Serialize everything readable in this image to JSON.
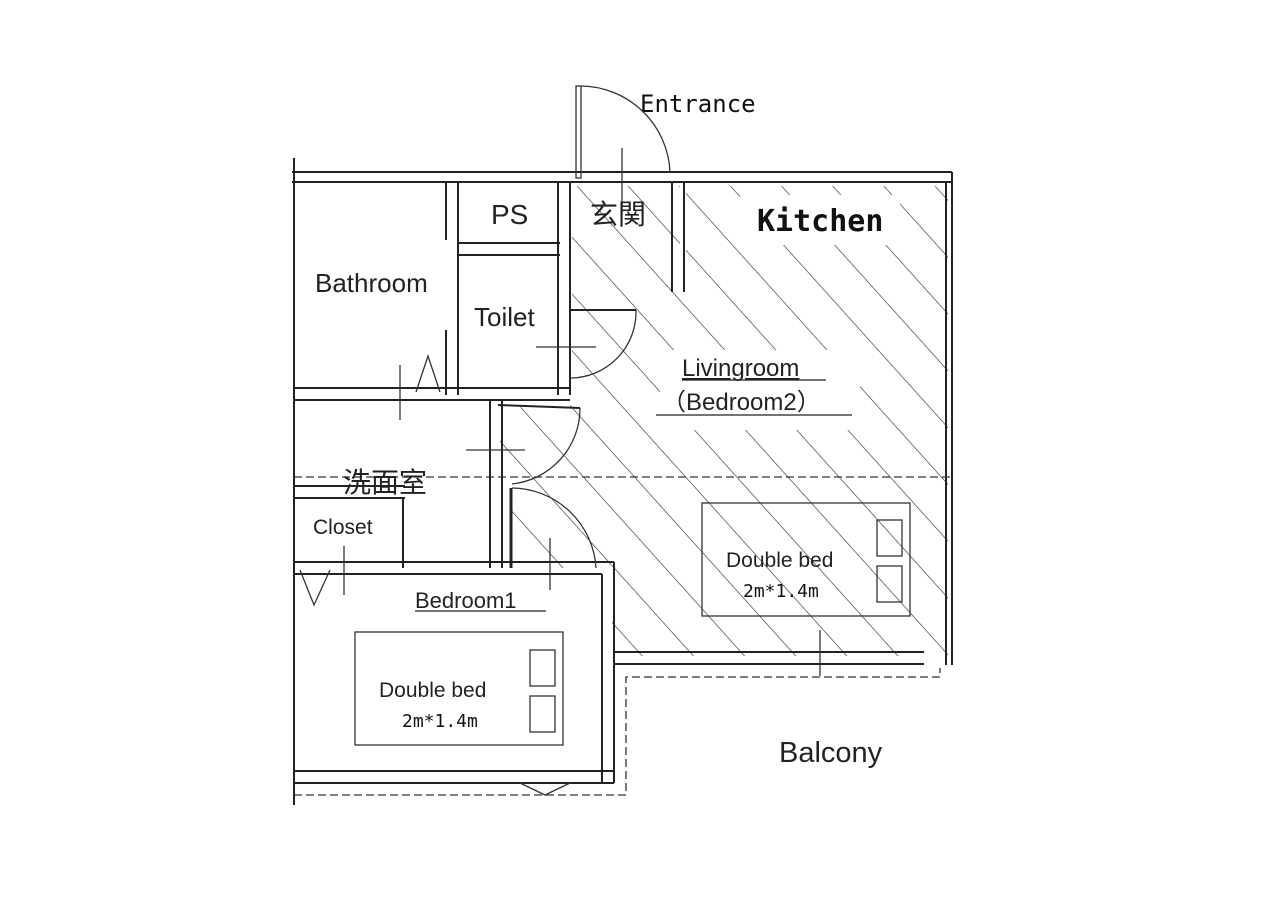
{
  "plan": {
    "entrance": "Entrance",
    "kitchen": "Kitchen",
    "ps": "PS",
    "genkan": "玄関",
    "bathroom": "Bathroom",
    "toilet": "Toilet",
    "livingroom": "Livingroom",
    "bedroom2": "（Bedroom2）",
    "senmenjo": "洗面室",
    "closet": "Closet",
    "bedroom1": "Bedroom1",
    "bed1_label": "Double bed",
    "bed1_size": "2m*1.4m",
    "bed2_label": "Double bed",
    "bed2_size": "2m*1.4m",
    "balcony": "Balcony"
  }
}
